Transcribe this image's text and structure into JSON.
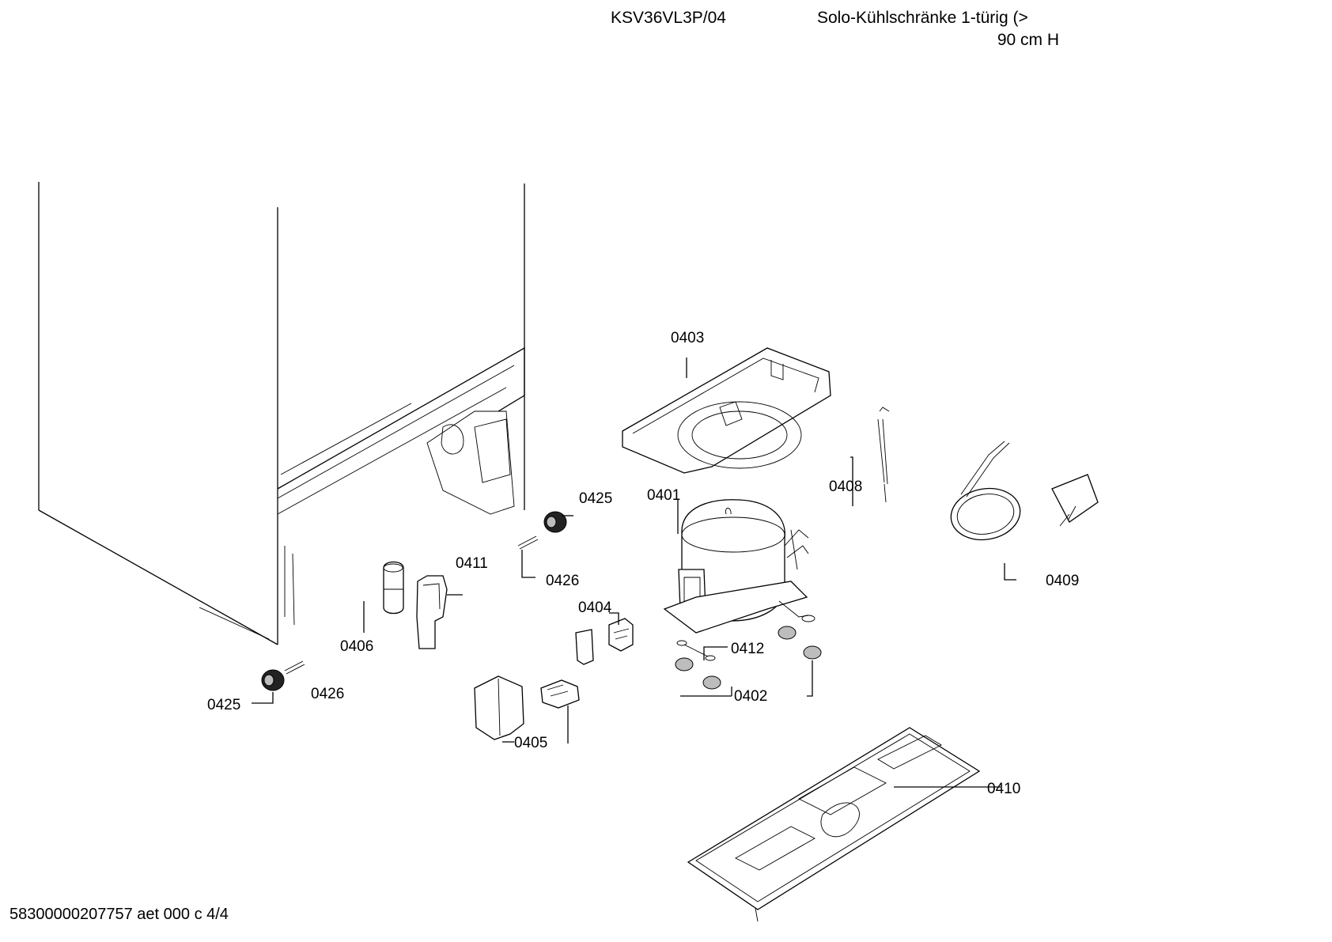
{
  "header": {
    "model": "KSV36VL3P/04",
    "description_line1": "Solo-Kühlschränke 1-türig (>",
    "description_line2": "90 cm H"
  },
  "footer": {
    "document_code": "58300000207757 aet 000 c 4/4"
  },
  "parts": {
    "p0401": "0401",
    "p0402": "0402",
    "p0403": "0403",
    "p0404": "0404",
    "p0405": "0405",
    "p0406": "0406",
    "p0408": "0408",
    "p0409": "0409",
    "p0410": "0410",
    "p0411": "0411",
    "p0412": "0412",
    "p0425a": "0425",
    "p0425b": "0425",
    "p0426a": "0426",
    "p0426b": "0426"
  }
}
